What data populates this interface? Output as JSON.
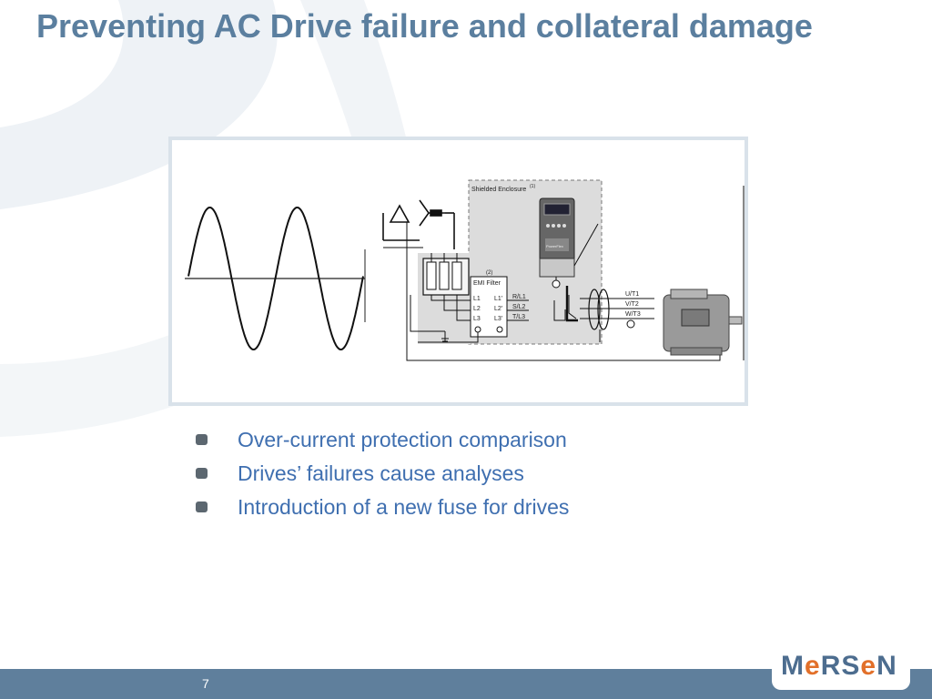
{
  "slide": {
    "title": "Preventing AC Drive failure and collateral damage",
    "page_number": "7"
  },
  "diagram": {
    "enclosure_label": "Shielded Enclosure",
    "enclosure_note": "(1)",
    "filter_note": "(2)",
    "filter_label": "EMI Filter",
    "filter_inputs": [
      "L1",
      "L2",
      "L3"
    ],
    "filter_outputs": [
      "L1'",
      "L2'",
      "L3'"
    ],
    "drive_inputs": [
      "R/L1",
      "S/L2",
      "T/L3"
    ],
    "drive_outputs": [
      "U/T1",
      "V/T2",
      "W/T3"
    ],
    "drive_brand": "PowerFlex"
  },
  "bullets": [
    "Over-current protection comparison",
    "Drives’ failures cause analyses",
    "Introduction of a new fuse for drives"
  ],
  "logo": {
    "text_part1": "M",
    "text_accent1": "e",
    "text_part2": "RS",
    "text_accent2": "e",
    "text_part3": "N"
  },
  "colors": {
    "title": "#5b7f9f",
    "bullet_text": "#3f6fb0",
    "footer": "#5f7f9c",
    "logo_primary": "#4d6d8f",
    "logo_accent": "#e2702a"
  }
}
